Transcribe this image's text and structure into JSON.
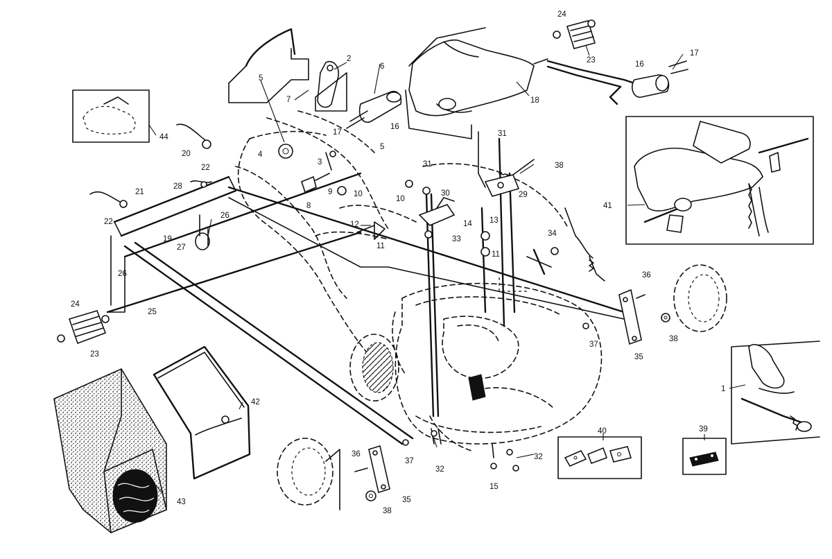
{
  "diagram": {
    "callouts": [
      {
        "id": "c2",
        "label": "2"
      },
      {
        "id": "c5a",
        "label": "5"
      },
      {
        "id": "c6",
        "label": "6"
      },
      {
        "id": "c7",
        "label": "7"
      },
      {
        "id": "c16a",
        "label": "16"
      },
      {
        "id": "c17a",
        "label": "17"
      },
      {
        "id": "c5b",
        "label": "5"
      },
      {
        "id": "c18",
        "label": "18"
      },
      {
        "id": "c24a",
        "label": "24"
      },
      {
        "id": "c23a",
        "label": "23"
      },
      {
        "id": "c16b",
        "label": "16"
      },
      {
        "id": "c17b",
        "label": "17"
      },
      {
        "id": "c44",
        "label": "44"
      },
      {
        "id": "c20",
        "label": "20"
      },
      {
        "id": "c4",
        "label": "4"
      },
      {
        "id": "c3",
        "label": "3"
      },
      {
        "id": "c22a",
        "label": "22"
      },
      {
        "id": "c21",
        "label": "21"
      },
      {
        "id": "c28",
        "label": "28"
      },
      {
        "id": "c8",
        "label": "8"
      },
      {
        "id": "c9",
        "label": "9"
      },
      {
        "id": "c10a",
        "label": "10"
      },
      {
        "id": "c31a",
        "label": "31"
      },
      {
        "id": "c31b",
        "label": "31"
      },
      {
        "id": "c38a",
        "label": "38"
      },
      {
        "id": "c29",
        "label": "29"
      },
      {
        "id": "c10b",
        "label": "10"
      },
      {
        "id": "c30",
        "label": "30"
      },
      {
        "id": "c41",
        "label": "41"
      },
      {
        "id": "c22b",
        "label": "22"
      },
      {
        "id": "c19",
        "label": "19"
      },
      {
        "id": "c26a",
        "label": "26"
      },
      {
        "id": "c27",
        "label": "27"
      },
      {
        "id": "c12",
        "label": "12"
      },
      {
        "id": "c11a",
        "label": "11"
      },
      {
        "id": "c33",
        "label": "33"
      },
      {
        "id": "c14",
        "label": "14"
      },
      {
        "id": "c13",
        "label": "13"
      },
      {
        "id": "c11b",
        "label": "11"
      },
      {
        "id": "c34",
        "label": "34"
      },
      {
        "id": "c26b",
        "label": "26"
      },
      {
        "id": "c25",
        "label": "25"
      },
      {
        "id": "c36a",
        "label": "36"
      },
      {
        "id": "c24b",
        "label": "24"
      },
      {
        "id": "c23b",
        "label": "23"
      },
      {
        "id": "c37a",
        "label": "37"
      },
      {
        "id": "c38b",
        "label": "38"
      },
      {
        "id": "c35a",
        "label": "35"
      },
      {
        "id": "c1",
        "label": "1"
      },
      {
        "id": "c42",
        "label": "42"
      },
      {
        "id": "c40",
        "label": "40"
      },
      {
        "id": "c39",
        "label": "39"
      },
      {
        "id": "c36b",
        "label": "36"
      },
      {
        "id": "c37b",
        "label": "37"
      },
      {
        "id": "c32a",
        "label": "32"
      },
      {
        "id": "c32b",
        "label": "32"
      },
      {
        "id": "c15",
        "label": "15"
      },
      {
        "id": "c35b",
        "label": "35"
      },
      {
        "id": "c38c",
        "label": "38"
      },
      {
        "id": "c43",
        "label": "43"
      }
    ]
  }
}
